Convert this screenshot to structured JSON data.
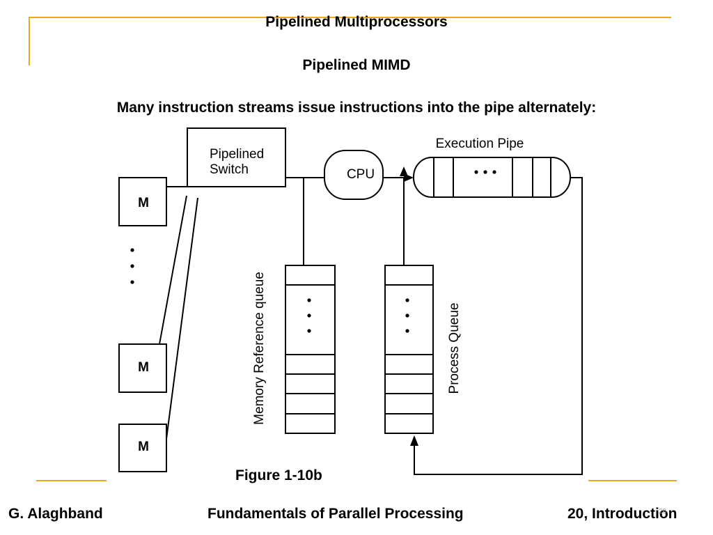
{
  "slide": {
    "title": "Pipelined Multiprocessors",
    "subtitle": "Pipelined MIMD",
    "description": "Many instruction streams issue instructions into the pipe alternately:",
    "accent_color": "#e3ac1f"
  },
  "diagram": {
    "memory_modules": [
      "M",
      "M",
      "M"
    ],
    "ellipsis": "• • •",
    "pipelined_switch": [
      "Pipelined",
      "Switch"
    ],
    "cpu_label": "CPU",
    "execution_pipe_label": "Execution Pipe",
    "memory_queue_label": "Memory Reference queue",
    "process_queue_label": "Process Queue",
    "caption": "Figure 1-10b"
  },
  "footer": {
    "author": "G. Alaghband",
    "course": "Fundamentals of Parallel Processing",
    "page": "20, Introduction",
    "slide_number": "20"
  }
}
